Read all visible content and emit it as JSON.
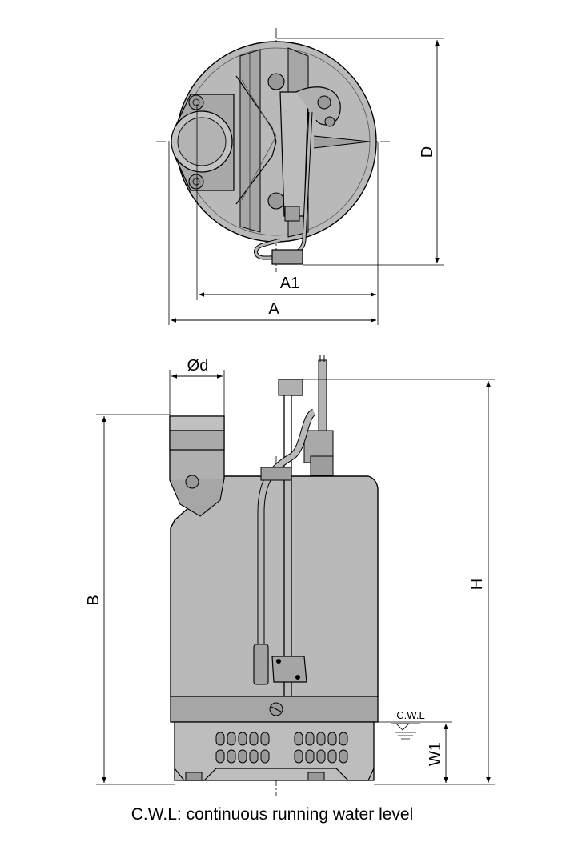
{
  "top_view": {
    "dimensions": {
      "A1": "A1",
      "A": "A",
      "D": "D"
    }
  },
  "side_view": {
    "dimensions": {
      "d": "Ød",
      "B": "B",
      "H": "H",
      "W1": "W1"
    },
    "water_level_mark": "C.W.L"
  },
  "caption": "C.W.L: continuous running water level"
}
